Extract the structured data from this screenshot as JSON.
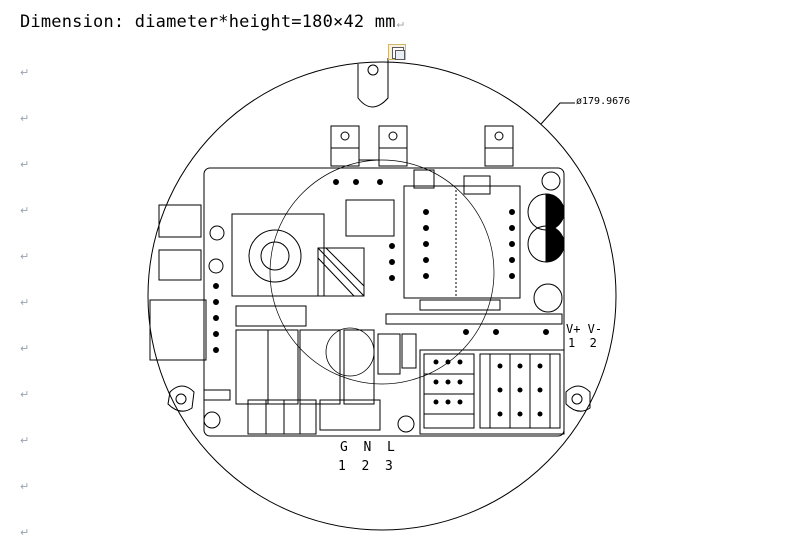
{
  "document": {
    "title": "Dimension:  diameter*height=180×42 mm",
    "paragraph_mark": "↵"
  },
  "drawing": {
    "diameter_label": "ø179.9676",
    "bottom_terminals": {
      "letters": "G  N  L",
      "numbers": "1  2  3"
    },
    "right_terminals": {
      "letters": "V+ V-",
      "numbers": "1  2"
    }
  },
  "colors": {
    "paragraph_mark": "#9aa3ad",
    "lines": "#000000"
  }
}
